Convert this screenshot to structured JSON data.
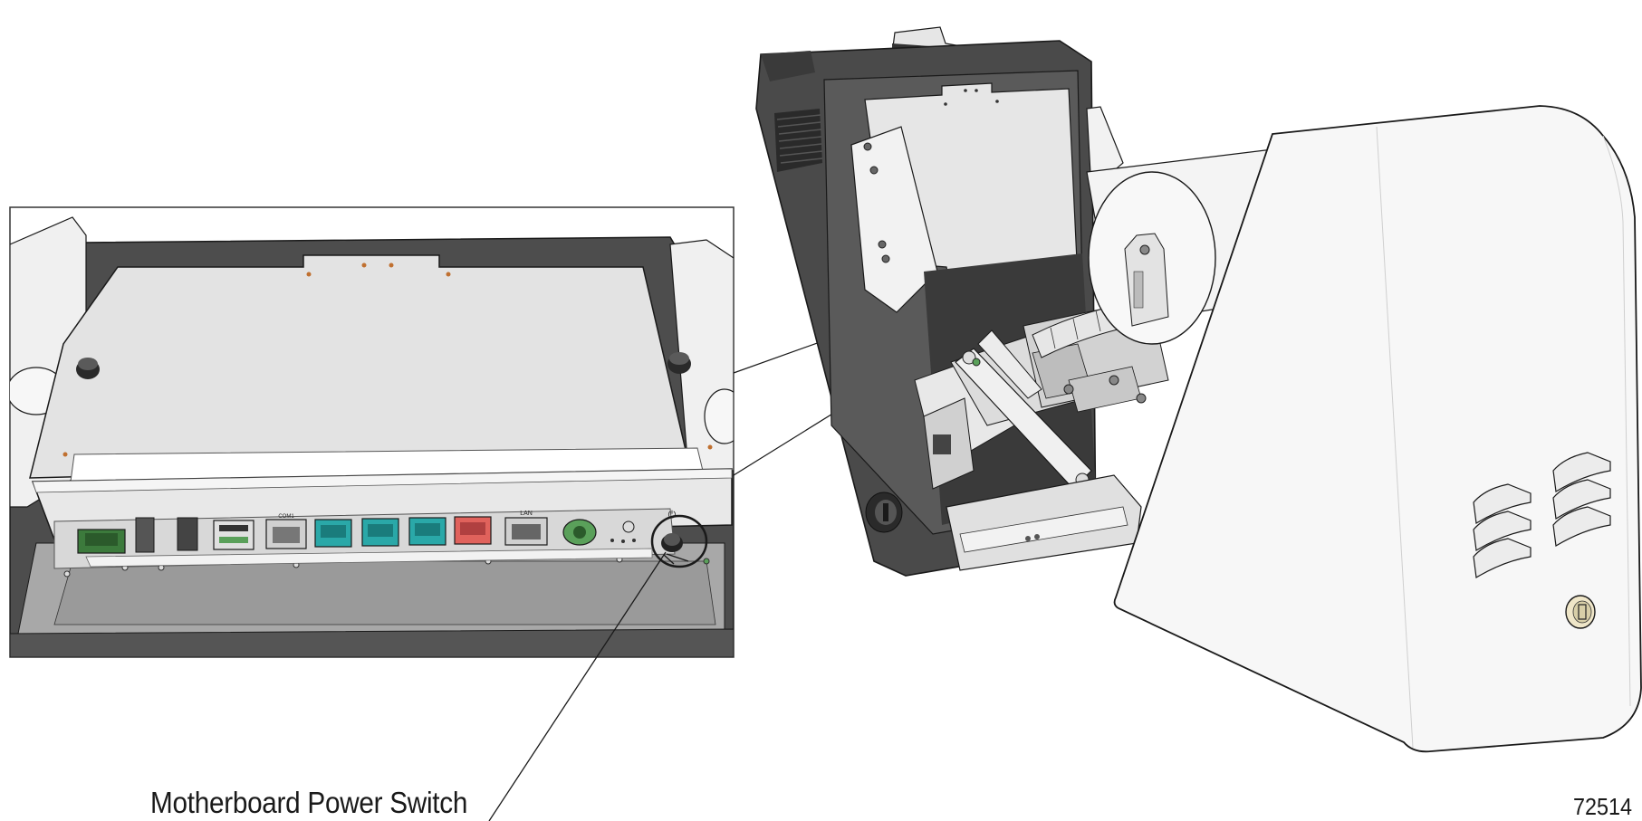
{
  "callout": {
    "label": "Motherboard Power Switch"
  },
  "figure": {
    "number": "72514"
  },
  "ports": {
    "label_lan": "LAN",
    "label_com": "COM1"
  },
  "colors": {
    "cabinet_dark": "#4a4a4a",
    "panel_light": "#e4e4e4",
    "port_teal": "#2aa8a8",
    "port_red": "#e0625c",
    "port_green": "#5aa05a",
    "outline": "#1a1a1a"
  },
  "icons": {
    "power_switch": "power-icon"
  }
}
